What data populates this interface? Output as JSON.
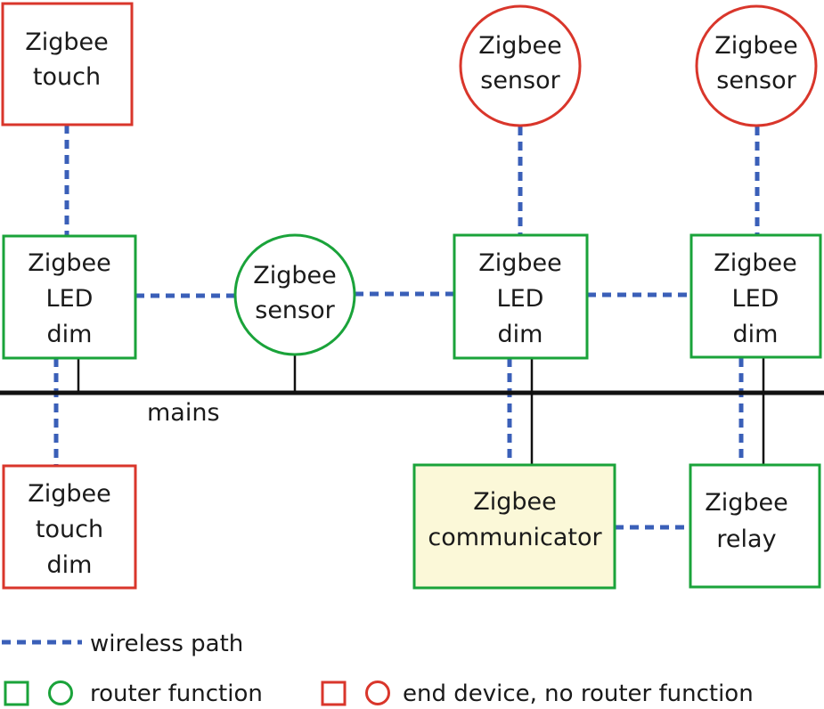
{
  "nodes": {
    "touch_top": [
      "Zigbee",
      "touch"
    ],
    "sensor_top_mid": [
      "Zigbee",
      "sensor"
    ],
    "sensor_top_right": [
      "Zigbee",
      "sensor"
    ],
    "led_left": [
      "Zigbee",
      "LED",
      "dim"
    ],
    "sensor_router": [
      "Zigbee",
      "sensor"
    ],
    "led_mid": [
      "Zigbee",
      "LED",
      "dim"
    ],
    "led_right": [
      "Zigbee",
      "LED",
      "dim"
    ],
    "touch_dim": [
      "Zigbee",
      "touch",
      "dim"
    ],
    "communicator": [
      "Zigbee",
      "communicator"
    ],
    "relay": [
      "Zigbee",
      "relay"
    ]
  },
  "mains_label": "mains",
  "legend": {
    "wireless": "wireless path",
    "router": "router function",
    "end_device": "end device, no router function"
  },
  "colors": {
    "router": "#1aa33a",
    "end_device": "#d9362b",
    "wireless": "#3a5fb8",
    "communicator_fill": "#fbf8d8"
  }
}
